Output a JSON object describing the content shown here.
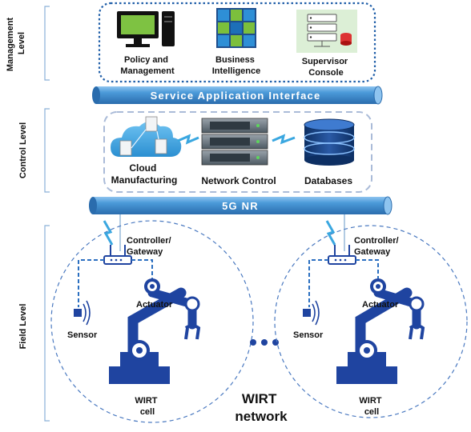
{
  "levels": {
    "management": [
      "Management",
      "Level"
    ],
    "control": "Control Level",
    "field": "Field Level"
  },
  "management": {
    "policy": [
      "Policy and",
      "Management"
    ],
    "business": [
      "Business",
      "Intelligence"
    ],
    "supervisor": [
      "Supervisor",
      "Console"
    ]
  },
  "pipes": {
    "service": "Service Application Interface",
    "nr": "5G NR"
  },
  "control": {
    "cloud": [
      "Cloud",
      "Manufacturing"
    ],
    "network": "Network Control",
    "databases": "Databases"
  },
  "cells": {
    "controller": [
      "Controller/",
      "Gateway"
    ],
    "actuator": "Actuator",
    "sensor": "Sensor",
    "cell": [
      "WIRT",
      "cell"
    ]
  },
  "network": [
    "WIRT",
    "network"
  ],
  "colors": {
    "pipe": "#3d8ed0",
    "pipe_dark": "#2c6fa8",
    "robot": "#1f44a0",
    "dashed": "#4a79c0",
    "link": "#3aa7e0"
  }
}
